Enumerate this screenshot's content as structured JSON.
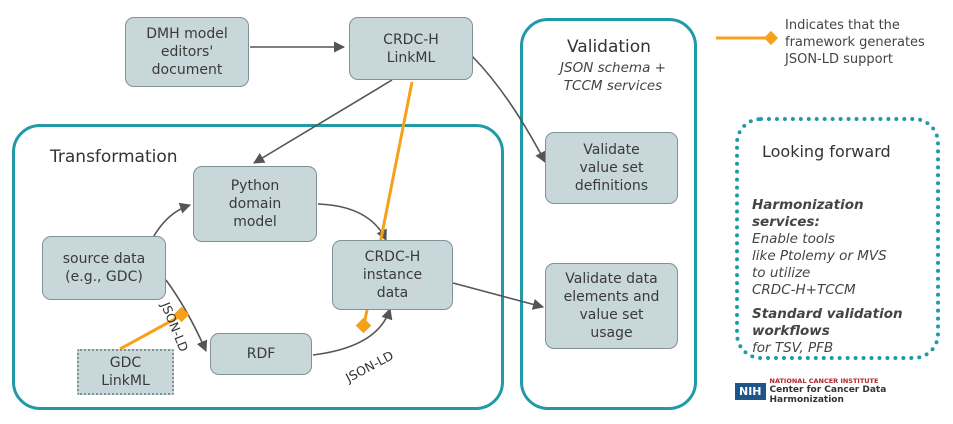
{
  "nodes": {
    "dmh_doc": "DMH model\neditors'\ndocument",
    "crdch_linkml": "CRDC-H\nLinkML",
    "python_model": "Python\ndomain\nmodel",
    "source_data": "source data\n(e.g., GDC)",
    "crdch_instance": "CRDC-H\ninstance\ndata",
    "rdf": "RDF",
    "gdc_linkml": "GDC\nLinkML",
    "validate_value_sets": "Validate\nvalue set\ndefinitions",
    "validate_data": "Validate data\nelements and\nvalue set\nusage"
  },
  "regions": {
    "transformation": "Transformation",
    "validation_title": "Validation",
    "validation_subtitle": "JSON schema +\nTCCM services"
  },
  "edge_labels": {
    "jsonld_source_rdf": "JSON-LD",
    "jsonld_rdf_instance": "JSON-LD"
  },
  "legend": {
    "text": "Indicates that the\nframework generates\nJSON-LD support",
    "color": "#f5a11a"
  },
  "looking_forward": {
    "title": "Looking forward",
    "harmonization_title": "Harmonization\nservices:",
    "harmonization_rest": "Enable tools\nlike Ptolemy or MVS\nto utilize\nCRDC-H+TCCM",
    "standard_title": "Standard validation\nworkflows",
    "standard_rest": "for TSV, PFB"
  },
  "logo": {
    "agency": "NIH",
    "line1": "NATIONAL CANCER INSTITUTE",
    "line2": "Center for Cancer Data Harmonization"
  },
  "colors": {
    "teal": "#1f9aa6",
    "box_fill": "#c7d7da",
    "box_border": "#7f9295",
    "arrow": "#555555",
    "orange": "#f5a11a",
    "nih_blue": "#20558a",
    "nci_red": "#b0232a"
  }
}
